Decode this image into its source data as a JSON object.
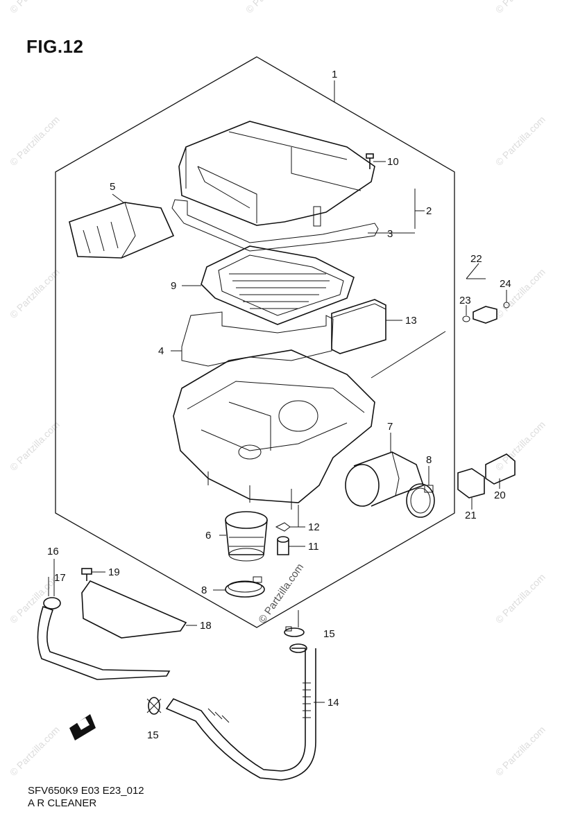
{
  "figure": {
    "title": "FIG.12",
    "code": "SFV650K9 E03 E23_012",
    "caption": "A R CLEANER"
  },
  "watermark": "© Partzilla.com",
  "callouts": [
    {
      "id": "c1",
      "label": "1"
    },
    {
      "id": "c2",
      "label": "2"
    },
    {
      "id": "c3",
      "label": "3"
    },
    {
      "id": "c4",
      "label": "4"
    },
    {
      "id": "c5",
      "label": "5"
    },
    {
      "id": "c6",
      "label": "6"
    },
    {
      "id": "c7",
      "label": "7"
    },
    {
      "id": "c8a",
      "label": "8"
    },
    {
      "id": "c8b",
      "label": "8"
    },
    {
      "id": "c9",
      "label": "9"
    },
    {
      "id": "c10",
      "label": "10"
    },
    {
      "id": "c11",
      "label": "11"
    },
    {
      "id": "c12",
      "label": "12"
    },
    {
      "id": "c13",
      "label": "13"
    },
    {
      "id": "c14",
      "label": "14"
    },
    {
      "id": "c15a",
      "label": "15"
    },
    {
      "id": "c15b",
      "label": "15"
    },
    {
      "id": "c16",
      "label": "16"
    },
    {
      "id": "c17",
      "label": "17"
    },
    {
      "id": "c18",
      "label": "18"
    },
    {
      "id": "c19",
      "label": "19"
    },
    {
      "id": "c20",
      "label": "20"
    },
    {
      "id": "c21",
      "label": "21"
    },
    {
      "id": "c22",
      "label": "22"
    },
    {
      "id": "c23",
      "label": "23"
    },
    {
      "id": "c24",
      "label": "24"
    }
  ]
}
